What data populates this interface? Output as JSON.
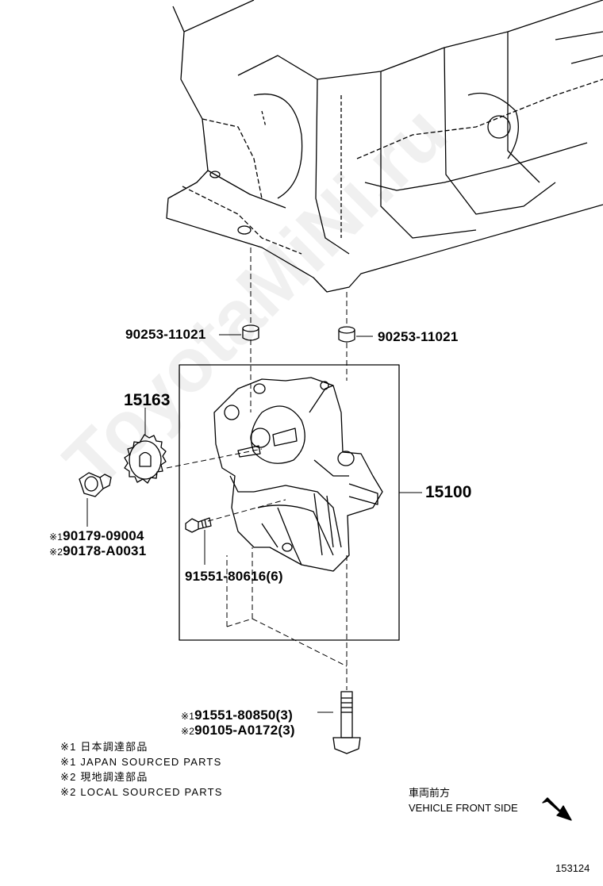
{
  "parts": {
    "bushing_left": "90253-11021",
    "bushing_right": "90253-11021",
    "sprocket": "15163",
    "pump_assembly": "15100",
    "bolt_short": "91551-80616(6)",
    "nut": {
      "mark1": "※1",
      "pn1": "90179-09004",
      "mark2": "※2",
      "pn2": "90178-A0031"
    },
    "bolt_long": {
      "mark1": "※1",
      "pn1": "91551-80850(3)",
      "mark2": "※2",
      "pn2": "90105-A0172(3)"
    }
  },
  "legend": [
    "※1 日本調達部品",
    "※1 JAPAN SOURCED PARTS",
    "※2 現地調達部品",
    "※2 LOCAL SOURCED PARTS"
  ],
  "direction": {
    "jp": "車両前方",
    "en": "VEHICLE FRONT SIDE"
  },
  "illustration_id": "153124",
  "watermark": "ToyotaMiNi.ru"
}
